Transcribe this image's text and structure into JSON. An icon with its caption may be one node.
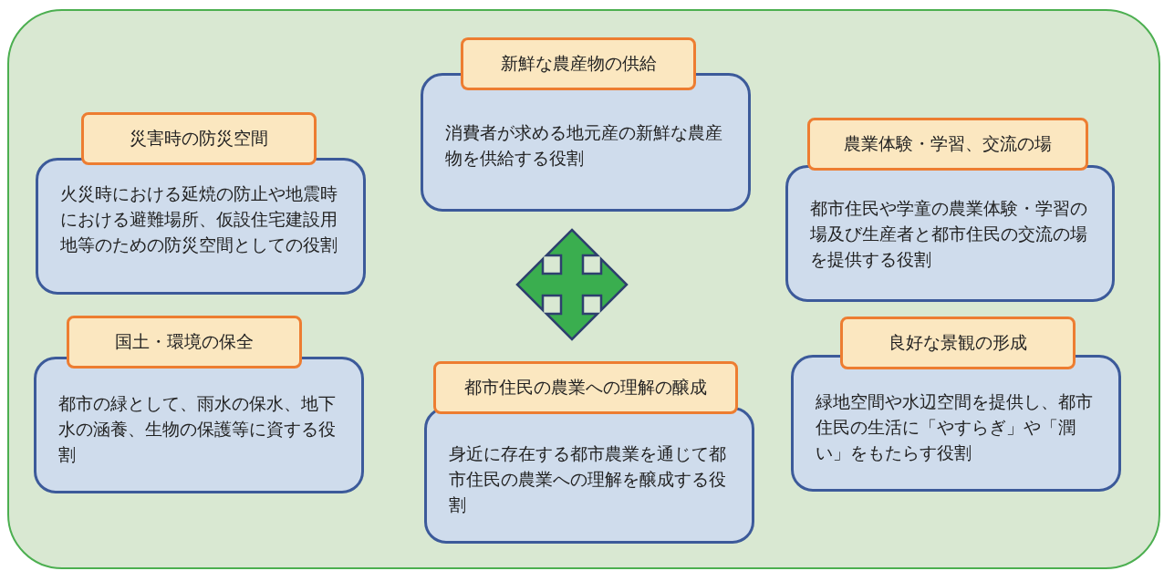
{
  "diagram": {
    "nodes": [
      {
        "text": [
          "新鮮な農産物の供給",
          "消費者が求める地元産の新鮮な農産物を供給する役割"
        ]
      },
      {
        "text": [
          "災害時の防災空間",
          "火災時における延焼の防止や地震時における避難場所、仮設住宅建設用地等のための防災空間としての役割"
        ]
      },
      {
        "text": [
          "農業体験・学習、交流の場",
          "都市住民や学童の農業体験・学習の場及び生産者と都市住民の交流の場を提供する役割"
        ]
      },
      {
        "text": [
          "国土・環境の保全",
          "都市の緑として、雨水の保水、地下水の涵養、生物の保護等に資する役割"
        ]
      },
      {
        "text": [
          "良好な景観の形成",
          "緑地空間や水辺空間を提供し、都市住民の生活に「やすらぎ」や「潤い」をもたらす役割"
        ]
      },
      {
        "text": [
          "都市住民の農業への理解の醸成",
          "身近に存在する都市農業を通じて都市住民の農業への理解を醸成する役割"
        ]
      }
    ]
  }
}
